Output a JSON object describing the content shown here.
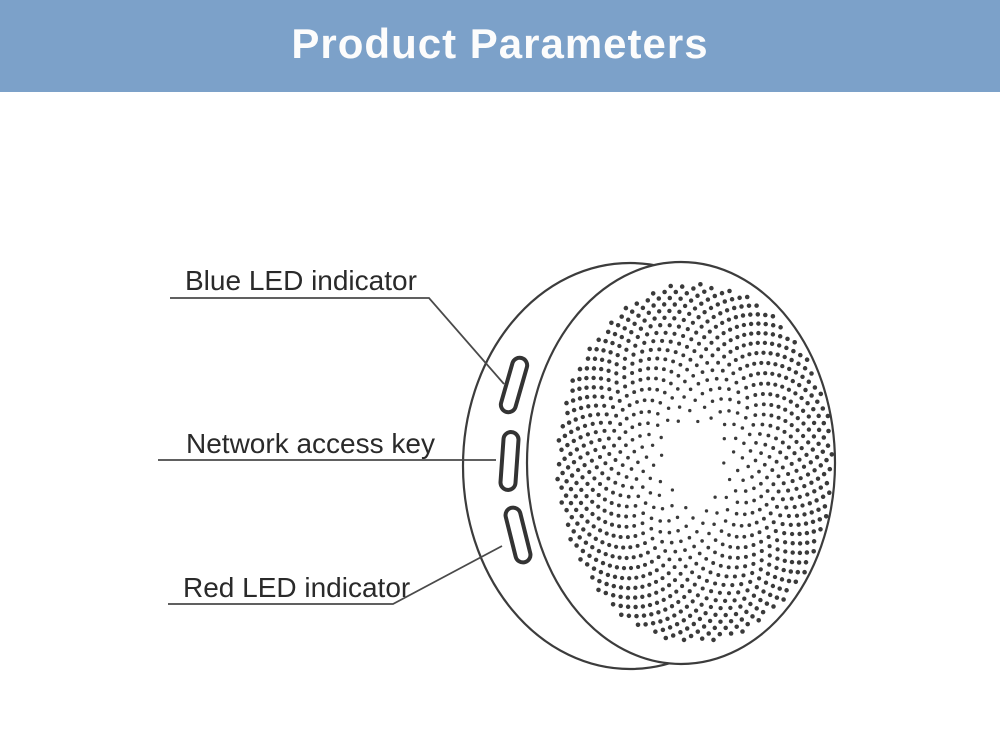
{
  "header": {
    "title": "Product Parameters"
  },
  "diagram": {
    "labels": [
      {
        "id": "blue-led",
        "text": "Blue LED indicator"
      },
      {
        "id": "network-key",
        "text": "Network access key"
      },
      {
        "id": "red-led",
        "text": "Red LED indicator"
      }
    ],
    "device_features": [
      "blue-led-indicator-button",
      "network-access-key-button",
      "red-led-indicator-button"
    ]
  },
  "colors": {
    "header_bg": "#7CA1C9",
    "title_color": "#FCFCFC",
    "label_color": "#2A2A2A",
    "outline_color": "#3C3C3C",
    "pill_color": "#333333",
    "dot_color": "#3A3A3A",
    "leader_color": "#4A4A4A"
  }
}
